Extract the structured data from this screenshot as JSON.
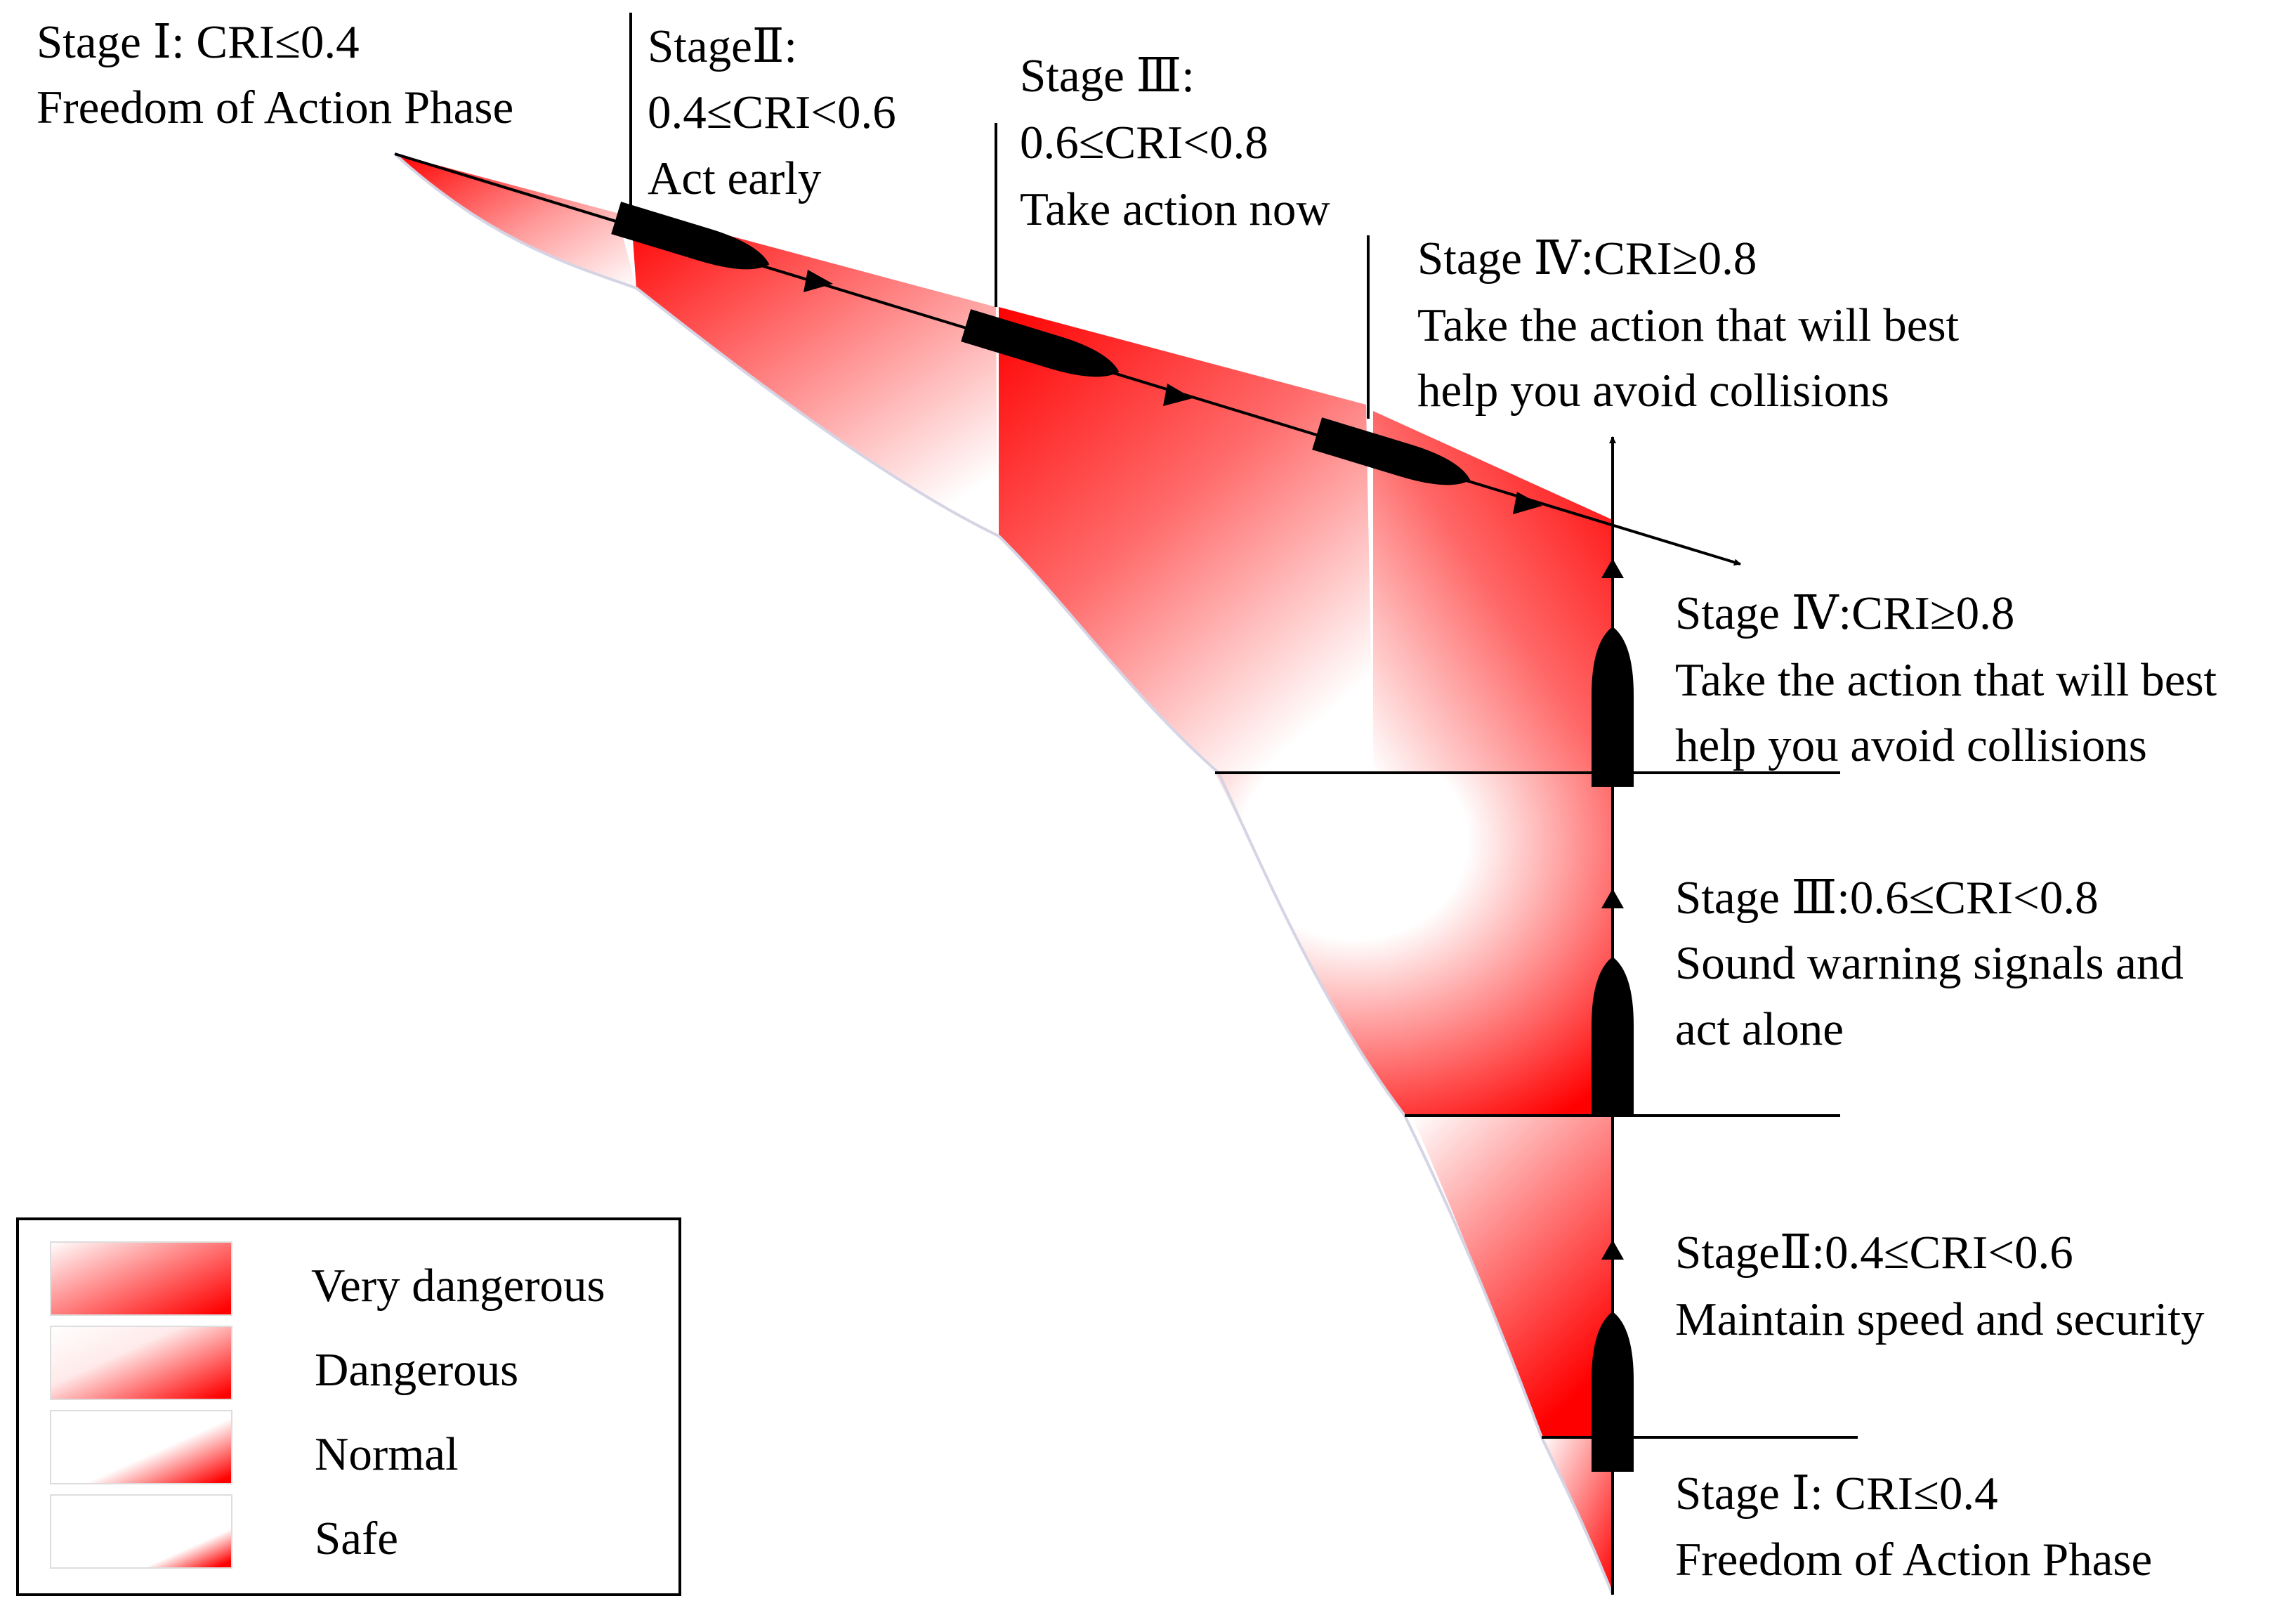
{
  "colors": {
    "danger": "#ff0000",
    "line": "#000000",
    "background": "#ffffff"
  },
  "upper_route": {
    "stage1": {
      "title": "Stage Ⅰ: CRI≤0.4",
      "desc": "Freedom of Action Phase"
    },
    "stage2": {
      "title": "StageⅡ:",
      "range": "0.4≤CRI<0.6",
      "desc": "Act early"
    },
    "stage3": {
      "title": "Stage Ⅲ:",
      "range": "0.6≤CRI<0.8",
      "desc": "Take action now"
    },
    "stage4": {
      "title": "Stage Ⅳ:CRI≥0.8",
      "desc_line1": "Take the action that will best",
      "desc_line2": "help you avoid collisions"
    }
  },
  "lower_route": {
    "stage4": {
      "title": "Stage Ⅳ:CRI≥0.8",
      "desc_line1": "Take the action that will best",
      "desc_line2": "help you avoid collisions"
    },
    "stage3": {
      "title": "Stage Ⅲ:0.6≤CRI<0.8",
      "desc_line1": "Sound warning signals and",
      "desc_line2": "act alone"
    },
    "stage2": {
      "title": "StageⅡ:0.4≤CRI<0.6",
      "desc": "Maintain speed and security"
    },
    "stage1": {
      "title": "Stage Ⅰ: CRI≤0.4",
      "desc": "Freedom of Action Phase"
    }
  },
  "legend": {
    "items": [
      {
        "label": "Very dangerous",
        "level": 1.0
      },
      {
        "label": "Dangerous",
        "level": 0.75
      },
      {
        "label": "Normal",
        "level": 0.5
      },
      {
        "label": "Safe",
        "level": 0.25
      }
    ]
  }
}
